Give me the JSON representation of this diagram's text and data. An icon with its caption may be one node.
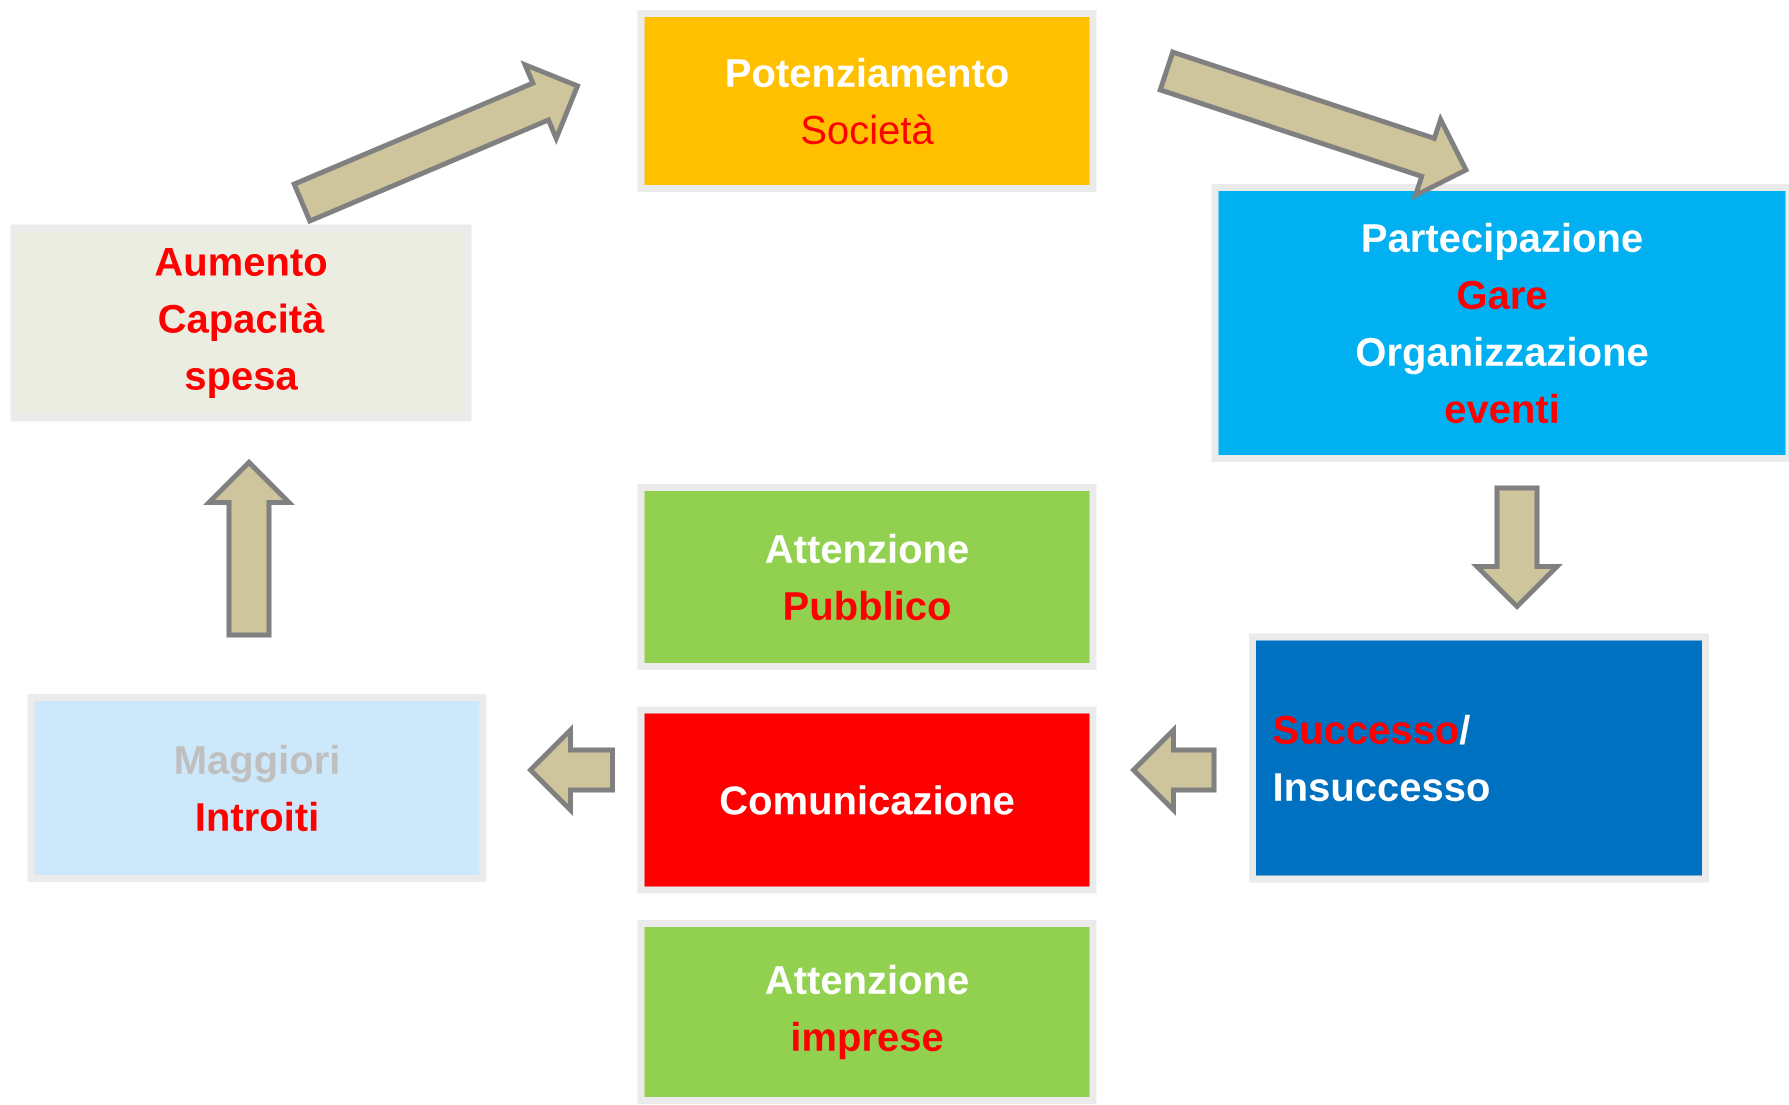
{
  "diagram": {
    "nodes": [
      {
        "text": [
          "Potenziamento",
          "Società"
        ]
      },
      {
        "text": [
          "Partecipazione",
          "Gare",
          "Organizzazione",
          "eventi"
        ]
      },
      {
        "text": [
          "Successo",
          "/",
          "Insuccesso"
        ]
      },
      {
        "text": [
          "Comunicazione"
        ]
      },
      {
        "text": [
          "Attenzione",
          "Pubblico"
        ]
      },
      {
        "text": [
          "Attenzione",
          "imprese"
        ]
      },
      {
        "text": [
          "Maggiori",
          "Introiti"
        ]
      },
      {
        "text": [
          "Aumento Capacità spesa"
        ]
      }
    ],
    "edges": [
      {
        "from": 7,
        "to": 0,
        "arrow": "to"
      },
      {
        "from": 0,
        "to": 1,
        "arrow": "to"
      },
      {
        "from": 1,
        "to": 2,
        "arrow": "to"
      },
      {
        "from": 2,
        "to": 3,
        "arrow": "to"
      },
      {
        "from": 3,
        "to": 6,
        "arrow": "to"
      },
      {
        "from": 6,
        "to": 7,
        "arrow": "to"
      }
    ]
  }
}
